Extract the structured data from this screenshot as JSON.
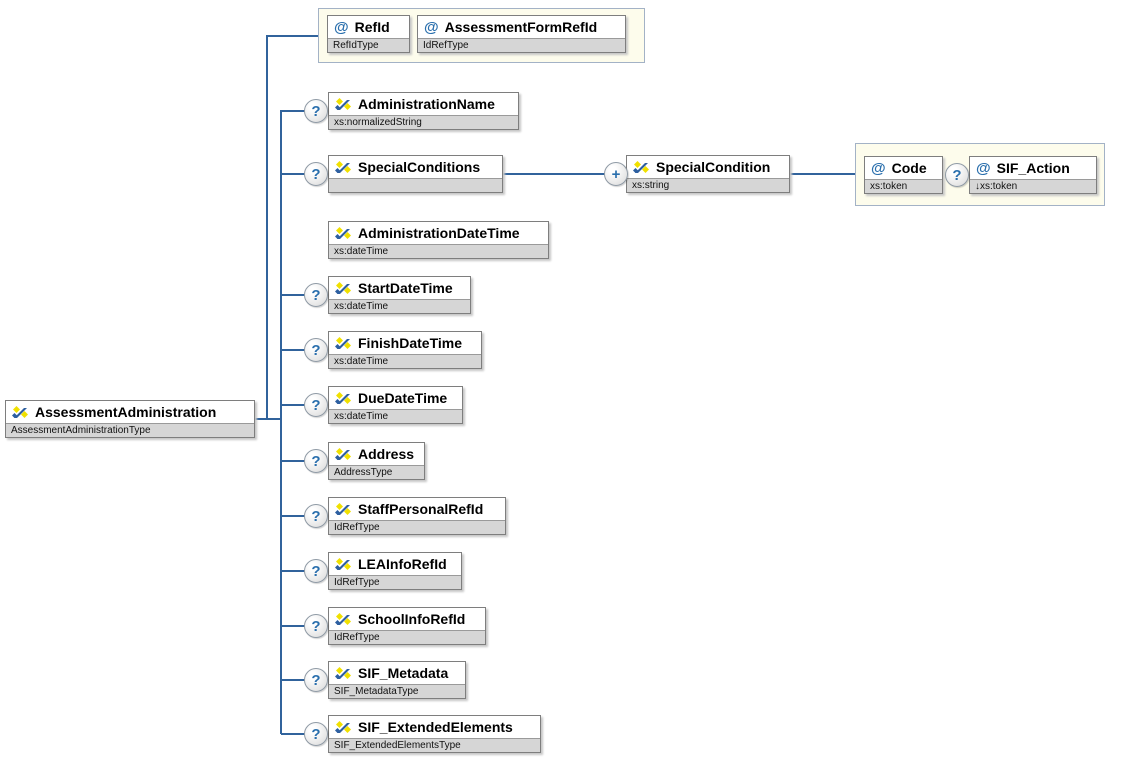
{
  "root": {
    "name": "AssessmentAdministration",
    "type": "AssessmentAdministrationType"
  },
  "attributes_group": [
    {
      "name": "RefId",
      "type": "RefIdType"
    },
    {
      "name": "AssessmentFormRefId",
      "type": "IdRefType"
    }
  ],
  "children": [
    {
      "name": "AdministrationName",
      "type": "xs:normalizedString",
      "optional": true
    },
    {
      "name": "SpecialConditions",
      "type": "",
      "optional": true
    },
    {
      "name": "AdministrationDateTime",
      "type": "xs:dateTime",
      "optional": false
    },
    {
      "name": "StartDateTime",
      "type": "xs:dateTime",
      "optional": true
    },
    {
      "name": "FinishDateTime",
      "type": "xs:dateTime",
      "optional": true
    },
    {
      "name": "DueDateTime",
      "type": "xs:dateTime",
      "optional": true
    },
    {
      "name": "Address",
      "type": "AddressType",
      "optional": true
    },
    {
      "name": "StaffPersonalRefId",
      "type": "IdRefType",
      "optional": true
    },
    {
      "name": "LEAInfoRefId",
      "type": "IdRefType",
      "optional": true
    },
    {
      "name": "SchoolInfoRefId",
      "type": "IdRefType",
      "optional": true
    },
    {
      "name": "SIF_Metadata",
      "type": "SIF_MetadataType",
      "optional": true
    },
    {
      "name": "SIF_ExtendedElements",
      "type": "SIF_ExtendedElementsType",
      "optional": true
    }
  ],
  "special_condition": {
    "name": "SpecialCondition",
    "type": "xs:string"
  },
  "special_condition_attributes": [
    {
      "name": "Code",
      "type": "xs:token"
    },
    {
      "name": "SIF_Action",
      "type": "↓xs:token"
    }
  ],
  "badges": {
    "optional": "?",
    "repeatable": "+",
    "attribute": "@"
  },
  "colors": {
    "connector": "#31639c",
    "icon_blue": "#2d5fa0",
    "icon_yellow": "#f0e000",
    "badge_glyph": "#2a6fad",
    "group_fill": "#fdfcec",
    "type_bar": "#d6d6d6"
  }
}
